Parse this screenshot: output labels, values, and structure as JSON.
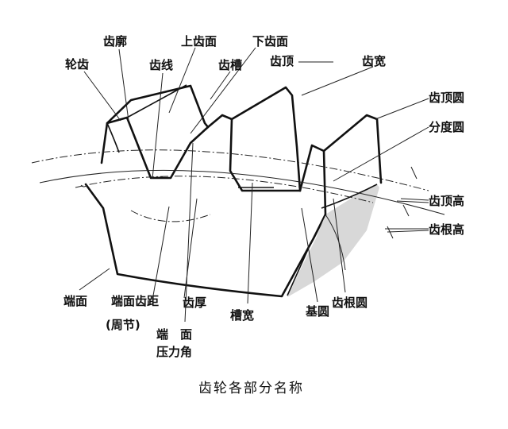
{
  "labels": {
    "lunchi": "轮齿",
    "chikuo": "齿廓",
    "shangchimian": "上齿面",
    "xiachimian": "下齿面",
    "chixian": "齿线",
    "chicao": "齿槽",
    "chiding": "齿顶",
    "chikuan": "齿宽",
    "chidingyuan": "齿顶圆",
    "fenduyuan": "分度圆",
    "chidinggao": "齿顶高",
    "chigengao": "齿根高",
    "duanmian": "端面",
    "duanmianchiju": "端面齿距",
    "zhoujie": "(周节)",
    "chihou": "齿厚",
    "duanmian2": "端　面",
    "yalijiao": "压力角",
    "caokuan": "槽宽",
    "jiyuan": "基圆",
    "chigenyuan": "齿根圆"
  },
  "caption": "齿轮各部分名称",
  "colors": {
    "ink": "#111111",
    "background": "#ffffff"
  }
}
